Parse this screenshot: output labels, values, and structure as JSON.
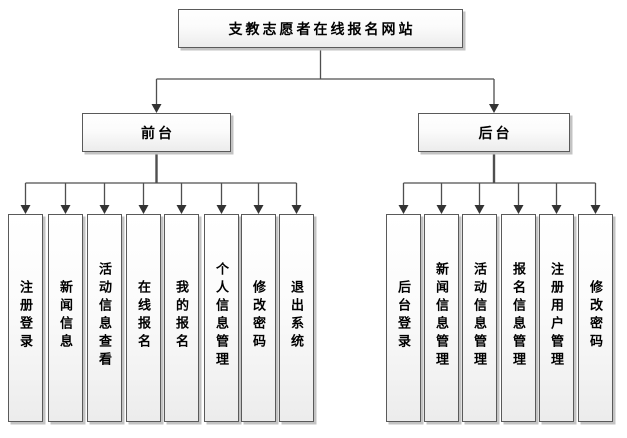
{
  "diagram": {
    "root_label": "支教志愿者在线报名网站",
    "branches": [
      {
        "label": "前台",
        "children": [
          "注册登录",
          "新闻信息",
          "活动信息查看",
          "在线报名",
          "我的报名",
          "个人信息管理",
          "修改密码",
          "退出系统"
        ]
      },
      {
        "label": "后台",
        "children": [
          "后台登录",
          "新闻信息管理",
          "活动信息管理",
          "报名信息管理",
          "注册用户管理",
          "修改密码"
        ]
      }
    ],
    "colors": {
      "background": "#ffffff",
      "box_border": "#5a5a5a",
      "box_fill_top": "#ffffff",
      "box_fill_bottom": "#ececec",
      "connector": "#4f4f4f",
      "arrow": "#333333",
      "shadow": "#c3c3c3"
    }
  }
}
